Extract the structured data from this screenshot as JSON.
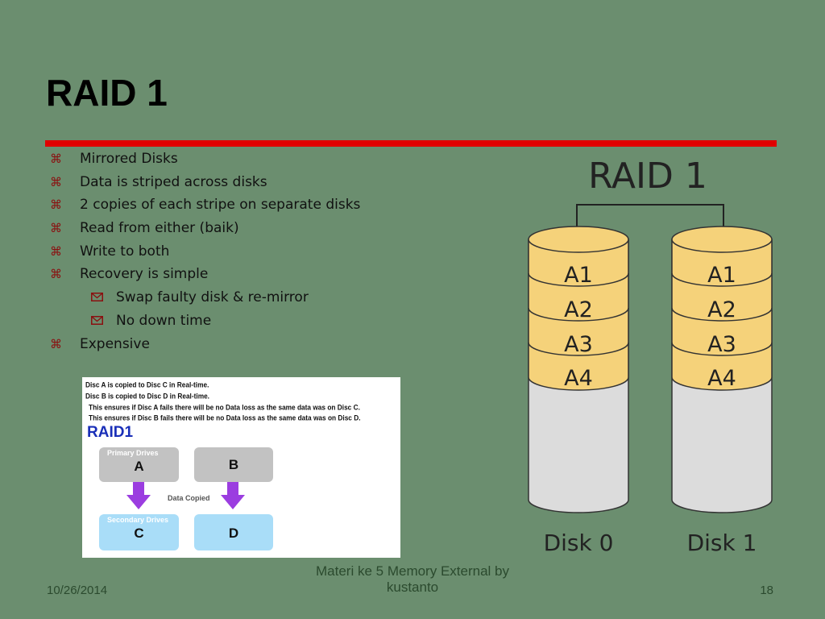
{
  "slide": {
    "title": "RAID 1",
    "bullets": [
      {
        "text": "Mirrored Disks",
        "level": 1
      },
      {
        "text": "Data is striped across disks",
        "level": 1
      },
      {
        "text": "2 copies of each stripe on separate disks",
        "level": 1
      },
      {
        "text": "Read from either (baik)",
        "level": 1
      },
      {
        "text": "Write to both",
        "level": 1
      },
      {
        "text": "Recovery is simple",
        "level": 1
      },
      {
        "text": "Swap faulty disk & re-mirror",
        "level": 2
      },
      {
        "text": "No down time",
        "level": 2
      },
      {
        "text": "Expensive",
        "level": 1
      }
    ],
    "bullet_glyph": "⌘",
    "sub_bullet_icon": "envelope-icon"
  },
  "embedded_image": {
    "lines": [
      "Disc A is copied to Disc C in Real-time.",
      "Disc B is copied to Disc D in Real-time.",
      "This ensures if Disc A fails there will be no Data loss as the same data was on Disc C.",
      "This ensures if Disc B fails there will be no Data loss as the same data was on Disc D."
    ],
    "raid_label": "RAID1",
    "primary_label": "Primary Drives",
    "secondary_label": "Secondary Drives",
    "data_copied": "Data Copied",
    "drives": {
      "a": "A",
      "b": "B",
      "c": "C",
      "d": "D"
    }
  },
  "diagram": {
    "title": "RAID 1",
    "disks": [
      {
        "label": "Disk 0",
        "blocks": [
          "A1",
          "A2",
          "A3",
          "A4"
        ]
      },
      {
        "label": "Disk 1",
        "blocks": [
          "A1",
          "A2",
          "A3",
          "A4"
        ]
      }
    ]
  },
  "footer": {
    "date": "10/26/2014",
    "center_line1": "Materi ke 5 Memory External by",
    "center_line2": "kustanto",
    "page": "18"
  },
  "colors": {
    "background": "#6b8e6f",
    "rule": "#e00000",
    "block_fill": "#f5d27a",
    "disk_body": "#dcdcdc",
    "raid_label": "#1a2fb8",
    "arrow": "#9b3de0",
    "primary_box": "#c2c2c2",
    "secondary_box": "#a9ddf8"
  }
}
